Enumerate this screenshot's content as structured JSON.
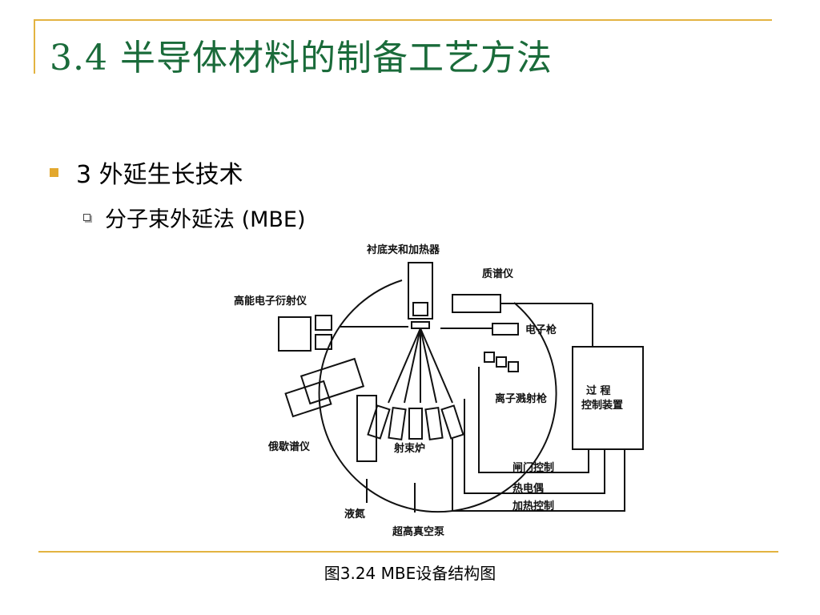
{
  "slide": {
    "title": "3.4  半导体材料的制备工艺方法",
    "bullet_level1": "3 外延生长技术",
    "bullet_level2": "分子束外延法 (MBE)",
    "caption": "图3.24 MBE设备结构图"
  },
  "diagram": {
    "labels": {
      "substrate_heater": "衬底夹和加热器",
      "mass_spectrometer": "质谱仪",
      "rheed": "高能电子衍射仪",
      "electron_gun": "电子枪",
      "ion_sputter_gun": "离子溅射枪",
      "process_control_line1": "过  程",
      "process_control_line2": "控制装置",
      "auger": "俄歇谱仪",
      "effusion_cells": "射束炉",
      "shutter_control": "闸门控制",
      "thermocouple": "热电偶",
      "heating_control": "加热控制",
      "liquid_nitrogen": "液氮",
      "uhv_pump": "超高真空泵"
    }
  }
}
